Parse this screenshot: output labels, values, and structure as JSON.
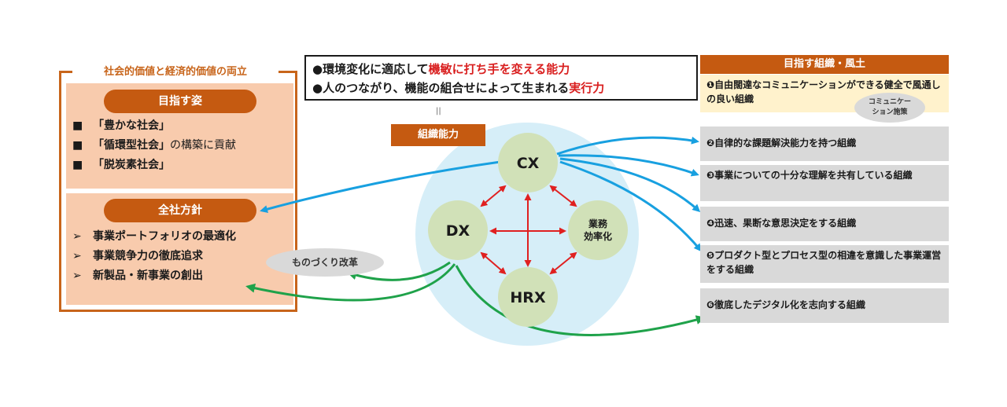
{
  "left": {
    "frame_title": "社会的価値と経済的価値の両立",
    "sugata_title": "目指す姿",
    "sugata_items": [
      {
        "marker": "■",
        "text": "「豊かな社会」",
        "suffix": ""
      },
      {
        "marker": "■",
        "text": "「循環型社会」",
        "suffix": "の構築に貢献"
      },
      {
        "marker": "■",
        "text": "「脱炭素社会」",
        "suffix": ""
      }
    ],
    "houshin_title": "全社方針",
    "houshin_items": [
      {
        "marker": "➢",
        "text": "事業ポートフォリオの最適化"
      },
      {
        "marker": "➢",
        "text": "事業競争力の徹底追求"
      },
      {
        "marker": "➢",
        "text": "新製品・新事業の創出"
      }
    ]
  },
  "statement": {
    "line1_pre": "●環境変化に適応して",
    "line1_red": "機敏に打ち手を変える能力",
    "line2_pre": "●人のつながり、機能の組合せによって生まれる",
    "line2_red": "実行力"
  },
  "equal_sign": "||",
  "soshiki_label": "組織能力",
  "monozukuri_label": "ものづくり改革",
  "nodes": {
    "cx": "CX",
    "dx": "DX",
    "hrx": "HRX",
    "gyomu_line1": "業務",
    "gyomu_line2": "効率化"
  },
  "right": {
    "header": "目指す組織・風土",
    "items": [
      "❶自由闊達なコミュニケーションができる健全で風通しの良い組織",
      "❷自律的な課題解決能力を持つ組織",
      "❸事業についての十分な理解を共有している組織",
      "❹迅速、果断な意思決定をする組織",
      "❺プロダクト型とプロセス型の相違を意識した事業運営をする組織",
      "❻徹底したデジタル化を志向する組織"
    ],
    "comm_tag_line1": "コミュニケー",
    "comm_tag_line2": "ション施策"
  },
  "colors": {
    "orange": "#c55a11",
    "peach": "#f8cbad",
    "node_green": "#d1e1b8",
    "circle_blue": "#d6eef8",
    "arrow_blue": "#18a0e0",
    "arrow_green": "#1fa24a",
    "arrow_red": "#e02020"
  }
}
